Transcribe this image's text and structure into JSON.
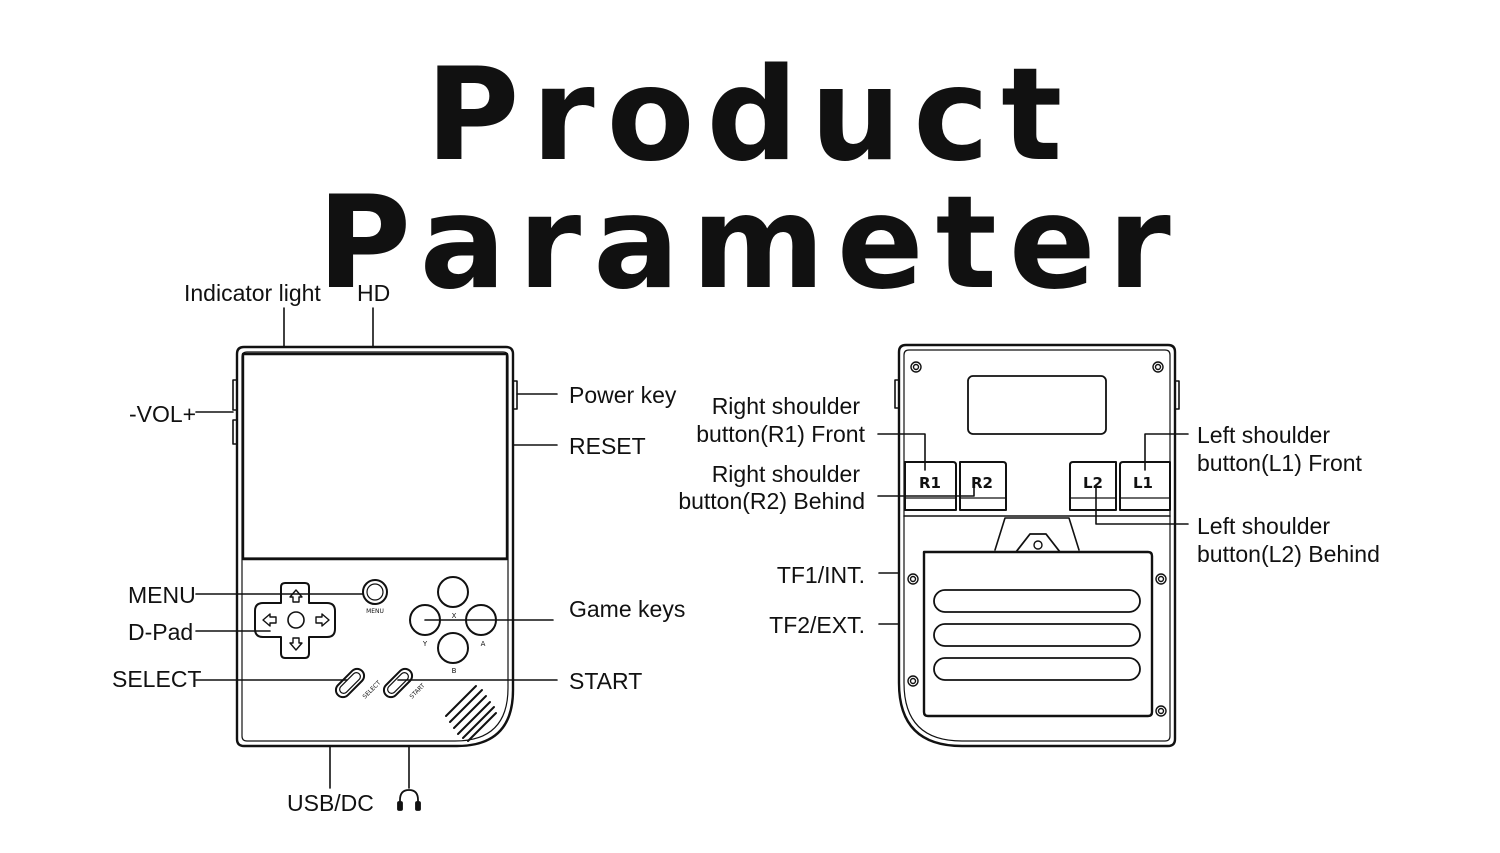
{
  "title": "Product Parameter",
  "front": {
    "indicator_light": "Indicator light",
    "hd": "HD",
    "vol": "-VOL+",
    "power_key": "Power key",
    "reset": "RESET",
    "menu": "MENU",
    "dpad": "D-Pad",
    "select": "SELECT",
    "game_keys": "Game keys",
    "start": "START",
    "usb_dc": "USB/DC",
    "headphone_icon": "headphone-icon",
    "menu_small": "MENU",
    "select_small": "SELECT",
    "start_small": "START",
    "key_x": "X",
    "key_y": "Y",
    "key_a": "A",
    "key_b": "B"
  },
  "back": {
    "r1_line1": "Right shoulder",
    "r1_line2": "button(R1) Front",
    "r2_line1": "Right shoulder",
    "r2_line2": "button(R2) Behind",
    "l1_line1": "Left shoulder",
    "l1_line2": "button(L1) Front",
    "l2_line1": "Left shoulder",
    "l2_line2": "button(L2) Behind",
    "tf1": "TF1/INT.",
    "tf2": "TF2/EXT.",
    "key_r1": "R1",
    "key_r2": "R2",
    "key_l2": "L2",
    "key_l1": "L1"
  }
}
